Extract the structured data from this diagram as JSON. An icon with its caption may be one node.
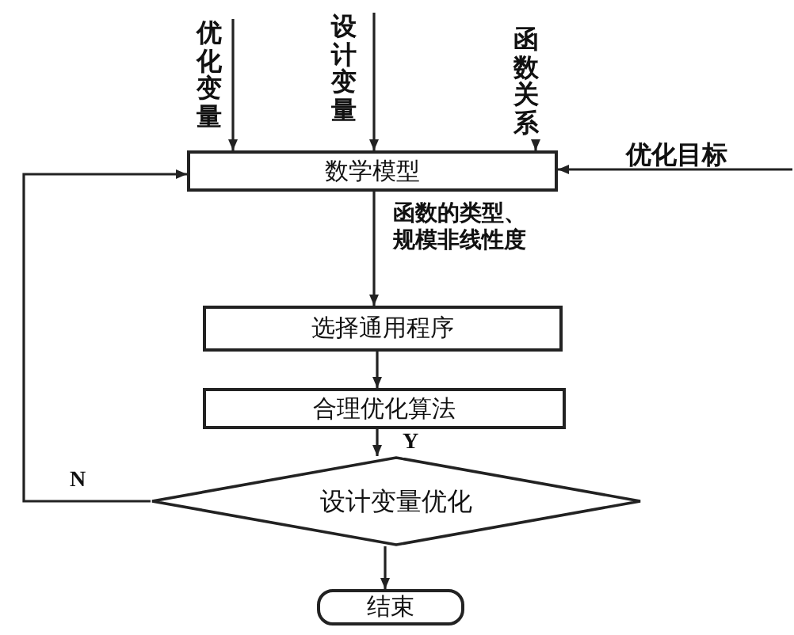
{
  "diagram": {
    "nodes": [
      {
        "text": [
          "优化变量"
        ]
      },
      {
        "text": [
          "设计变量"
        ]
      },
      {
        "text": [
          "函数关系"
        ]
      },
      {
        "text": [
          "优化目标"
        ]
      },
      {
        "text": [
          "数学模型"
        ]
      },
      {
        "text": [
          "选择通用程序"
        ]
      },
      {
        "text": [
          "合理优化算法"
        ]
      },
      {
        "text": [
          "设计变量优化"
        ]
      },
      {
        "text": [
          "结束"
        ]
      }
    ],
    "edges": [
      {
        "from": 0,
        "to": 4,
        "arrow": "to"
      },
      {
        "from": 1,
        "to": 4,
        "arrow": "to"
      },
      {
        "from": 2,
        "to": 4,
        "arrow": "to"
      },
      {
        "from": 3,
        "to": 4,
        "arrow": "to"
      },
      {
        "from": 4,
        "to": 5,
        "arrow": "to",
        "label": "函数的类型、规模非线性度"
      },
      {
        "from": 5,
        "to": 6,
        "arrow": "to"
      },
      {
        "from": 6,
        "to": 7,
        "arrow": "to",
        "label": "Y"
      },
      {
        "from": 7,
        "to": 4,
        "arrow": "to",
        "label": "N"
      },
      {
        "from": 7,
        "to": 8,
        "arrow": "to"
      }
    ]
  }
}
